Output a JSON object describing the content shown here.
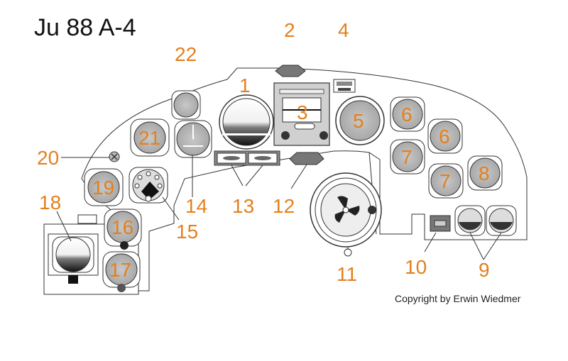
{
  "title": "Ju 88 A-4",
  "copyright": "Copyright by Erwin Wiedmer",
  "colors": {
    "label": "#e3801f",
    "gauge": "#bcbcbc",
    "outline": "#333333"
  },
  "labels": {
    "n1": "1",
    "n2": "2",
    "n3": "3",
    "n4": "4",
    "n5": "5",
    "n6a": "6",
    "n6b": "6",
    "n7a": "7",
    "n7b": "7",
    "n8": "8",
    "n9": "9",
    "n10": "10",
    "n11": "11",
    "n12": "12",
    "n13": "13",
    "n14": "14",
    "n15": "15",
    "n16": "16",
    "n17": "17",
    "n18": "18",
    "n19": "19",
    "n20": "20",
    "n21": "21",
    "n22": "22"
  }
}
